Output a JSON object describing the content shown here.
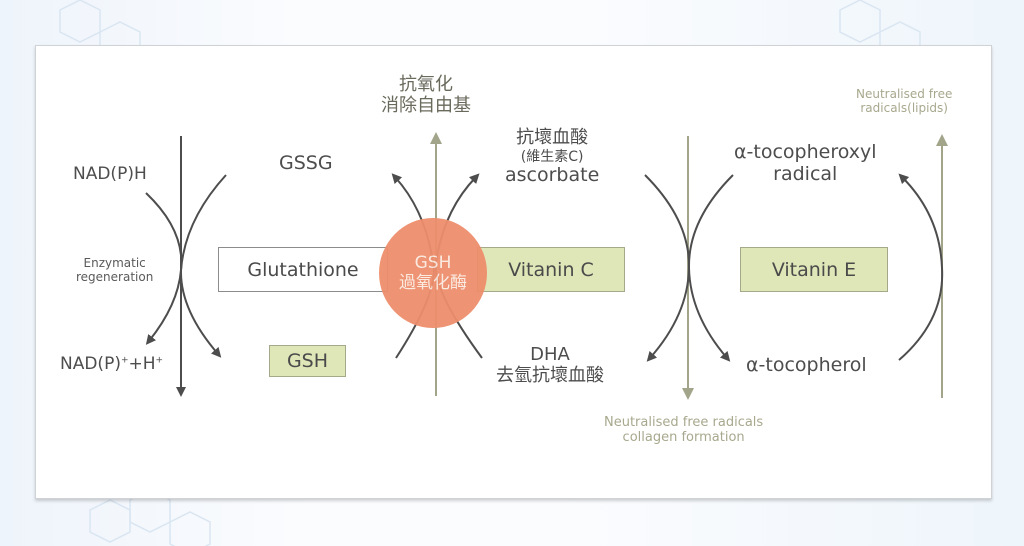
{
  "colors": {
    "enzyme_fill": "#ee8e6c",
    "box_green": "#dfe6b8",
    "arrow_dark": "#4d4d4d",
    "arrow_olive": "#a3a58a",
    "muted_text": "#a8a88e"
  },
  "glutathione_cycle": {
    "cofactor_reduced": "NAD(P)H",
    "cofactor_oxidized_base": "NAD(P)",
    "cofactor_oxidized_sup1": "+",
    "cofactor_oxidized_mid": "+H",
    "cofactor_oxidized_sup2": "+",
    "regeneration_line1": "Enzymatic",
    "regeneration_line2": "regeneration",
    "oxidized_form": "GSSG",
    "reduced_form": "GSH",
    "box_label": "Glutathione"
  },
  "enzyme": {
    "line1": "GSH",
    "line2": "過氧化酶"
  },
  "antioxidant_output": {
    "line1": "抗氧化",
    "line2": "消除自由基"
  },
  "vitamin_c": {
    "reduced_line1": "抗壞血酸",
    "reduced_line2": "(維生素C)",
    "reduced_line3": "ascorbate",
    "box_label": "Vitanin C",
    "oxidized_line1": "DHA",
    "oxidized_line2": "去氫抗壞血酸",
    "output_line1": "Neutralised free radicals",
    "output_line2": "collagen formation"
  },
  "vitamin_e": {
    "radical_line1": "α-tocopheroxyl",
    "radical_line2": "radical",
    "box_label": "Vitanin E",
    "reduced": "α-tocopherol",
    "output_line1": "Neutralised free",
    "output_line2": "radicals(lipids)"
  }
}
